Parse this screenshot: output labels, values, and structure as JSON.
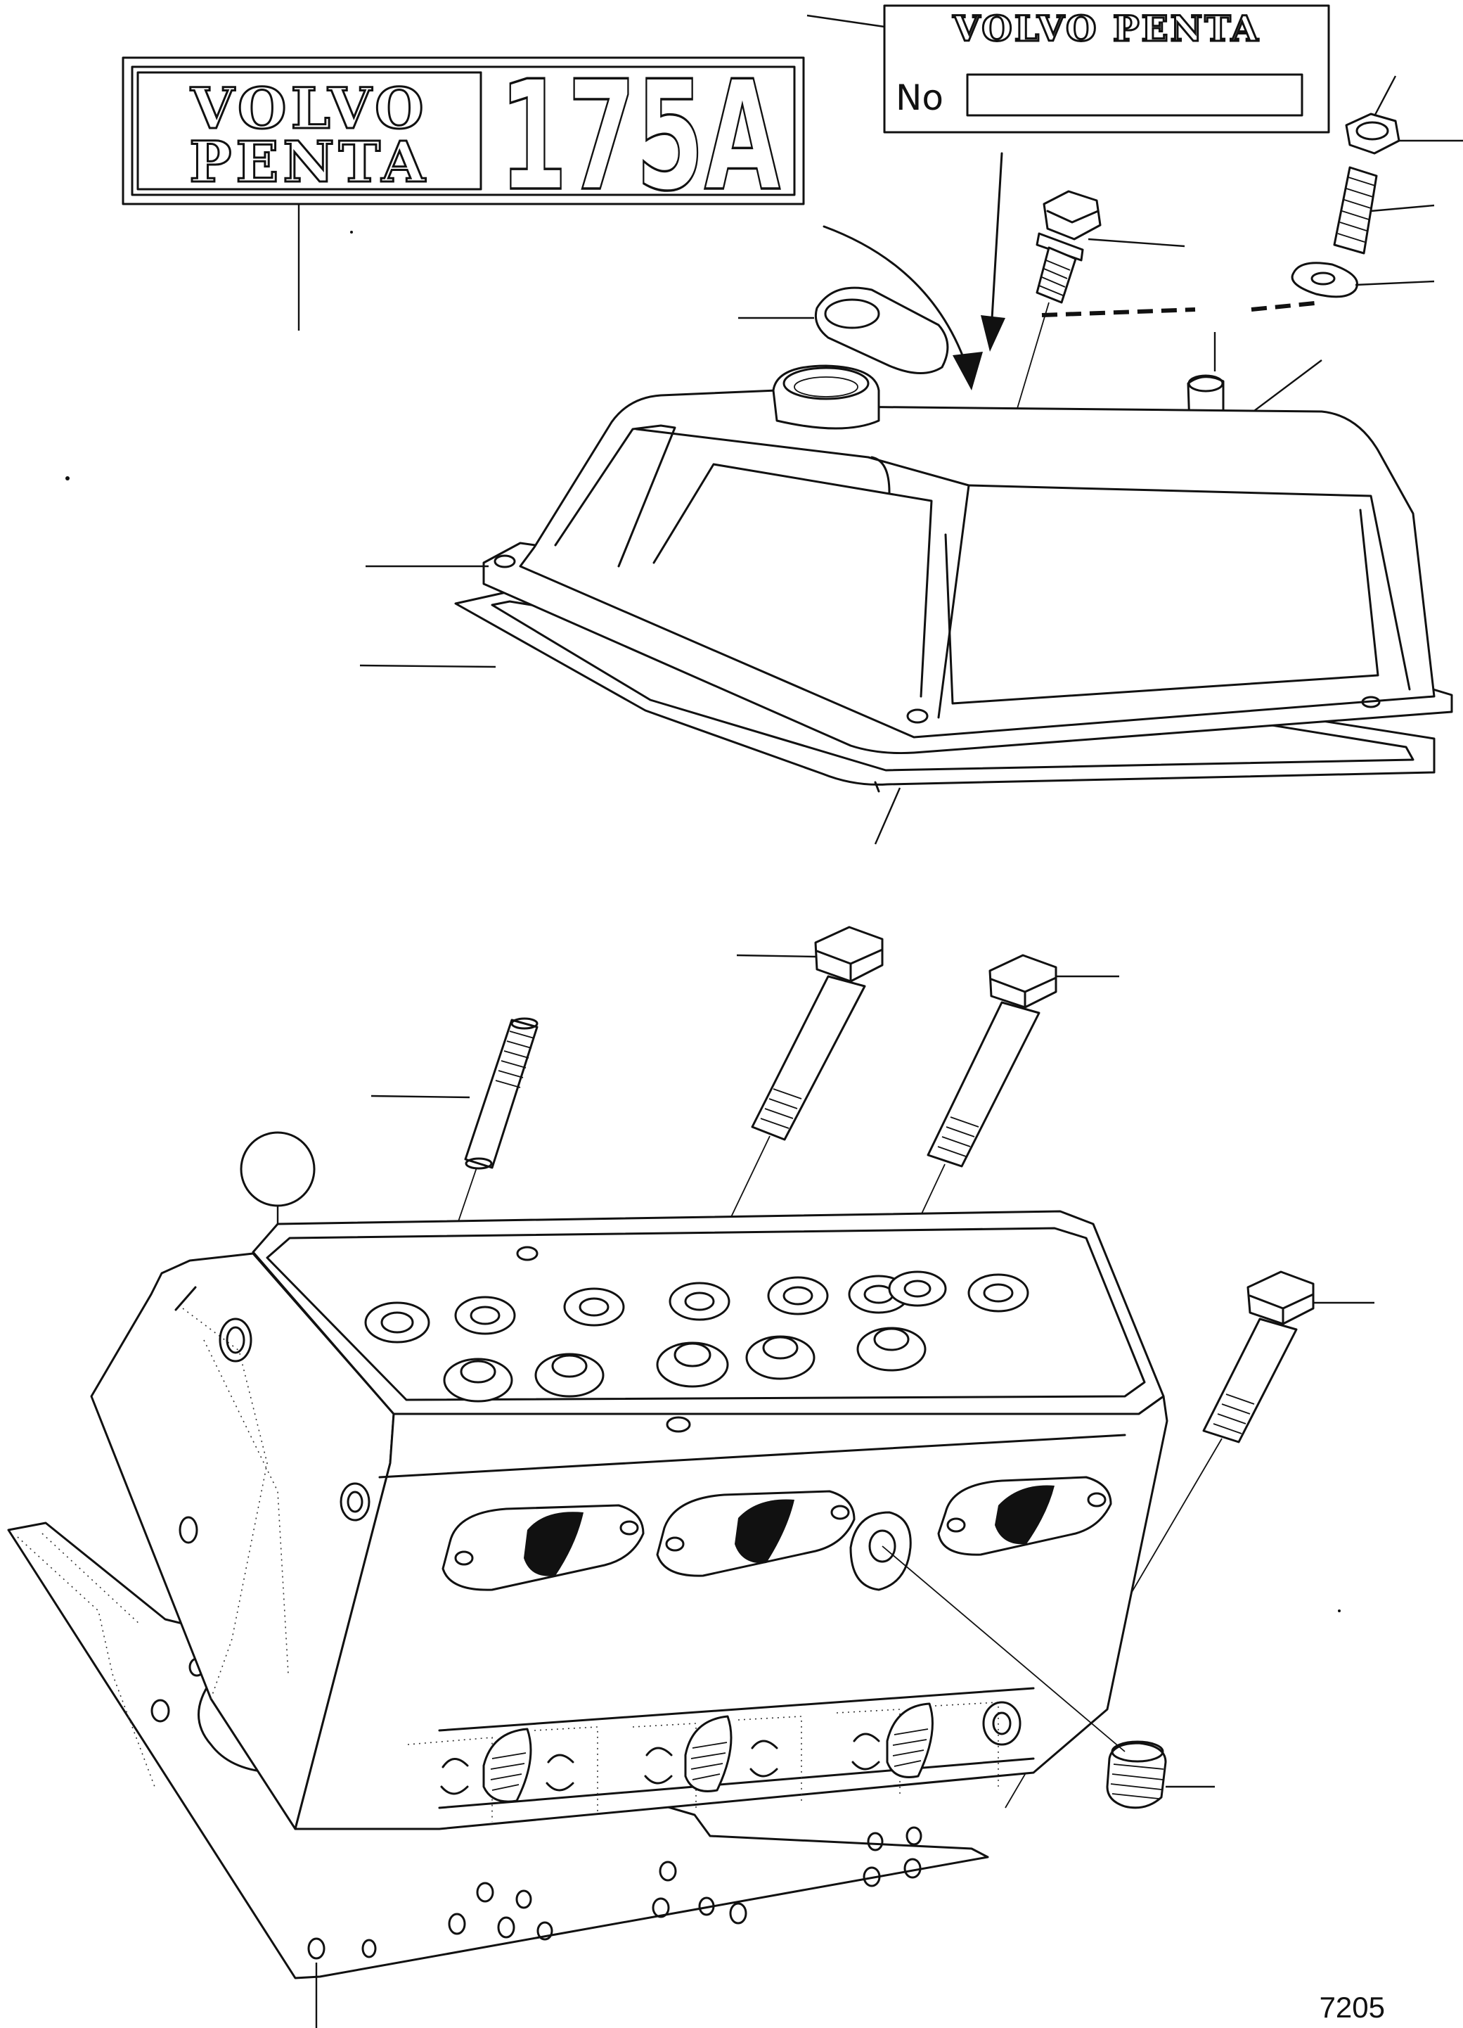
{
  "nameplate": {
    "line1": "VOLVO",
    "line2": "PENTA",
    "model": "175A"
  },
  "serial_plate": {
    "brand": "VOLVO PENTA",
    "number_label": "No"
  },
  "figure_number": "7205",
  "colors": {
    "ink": "#111111",
    "paper": "#ffffff"
  }
}
